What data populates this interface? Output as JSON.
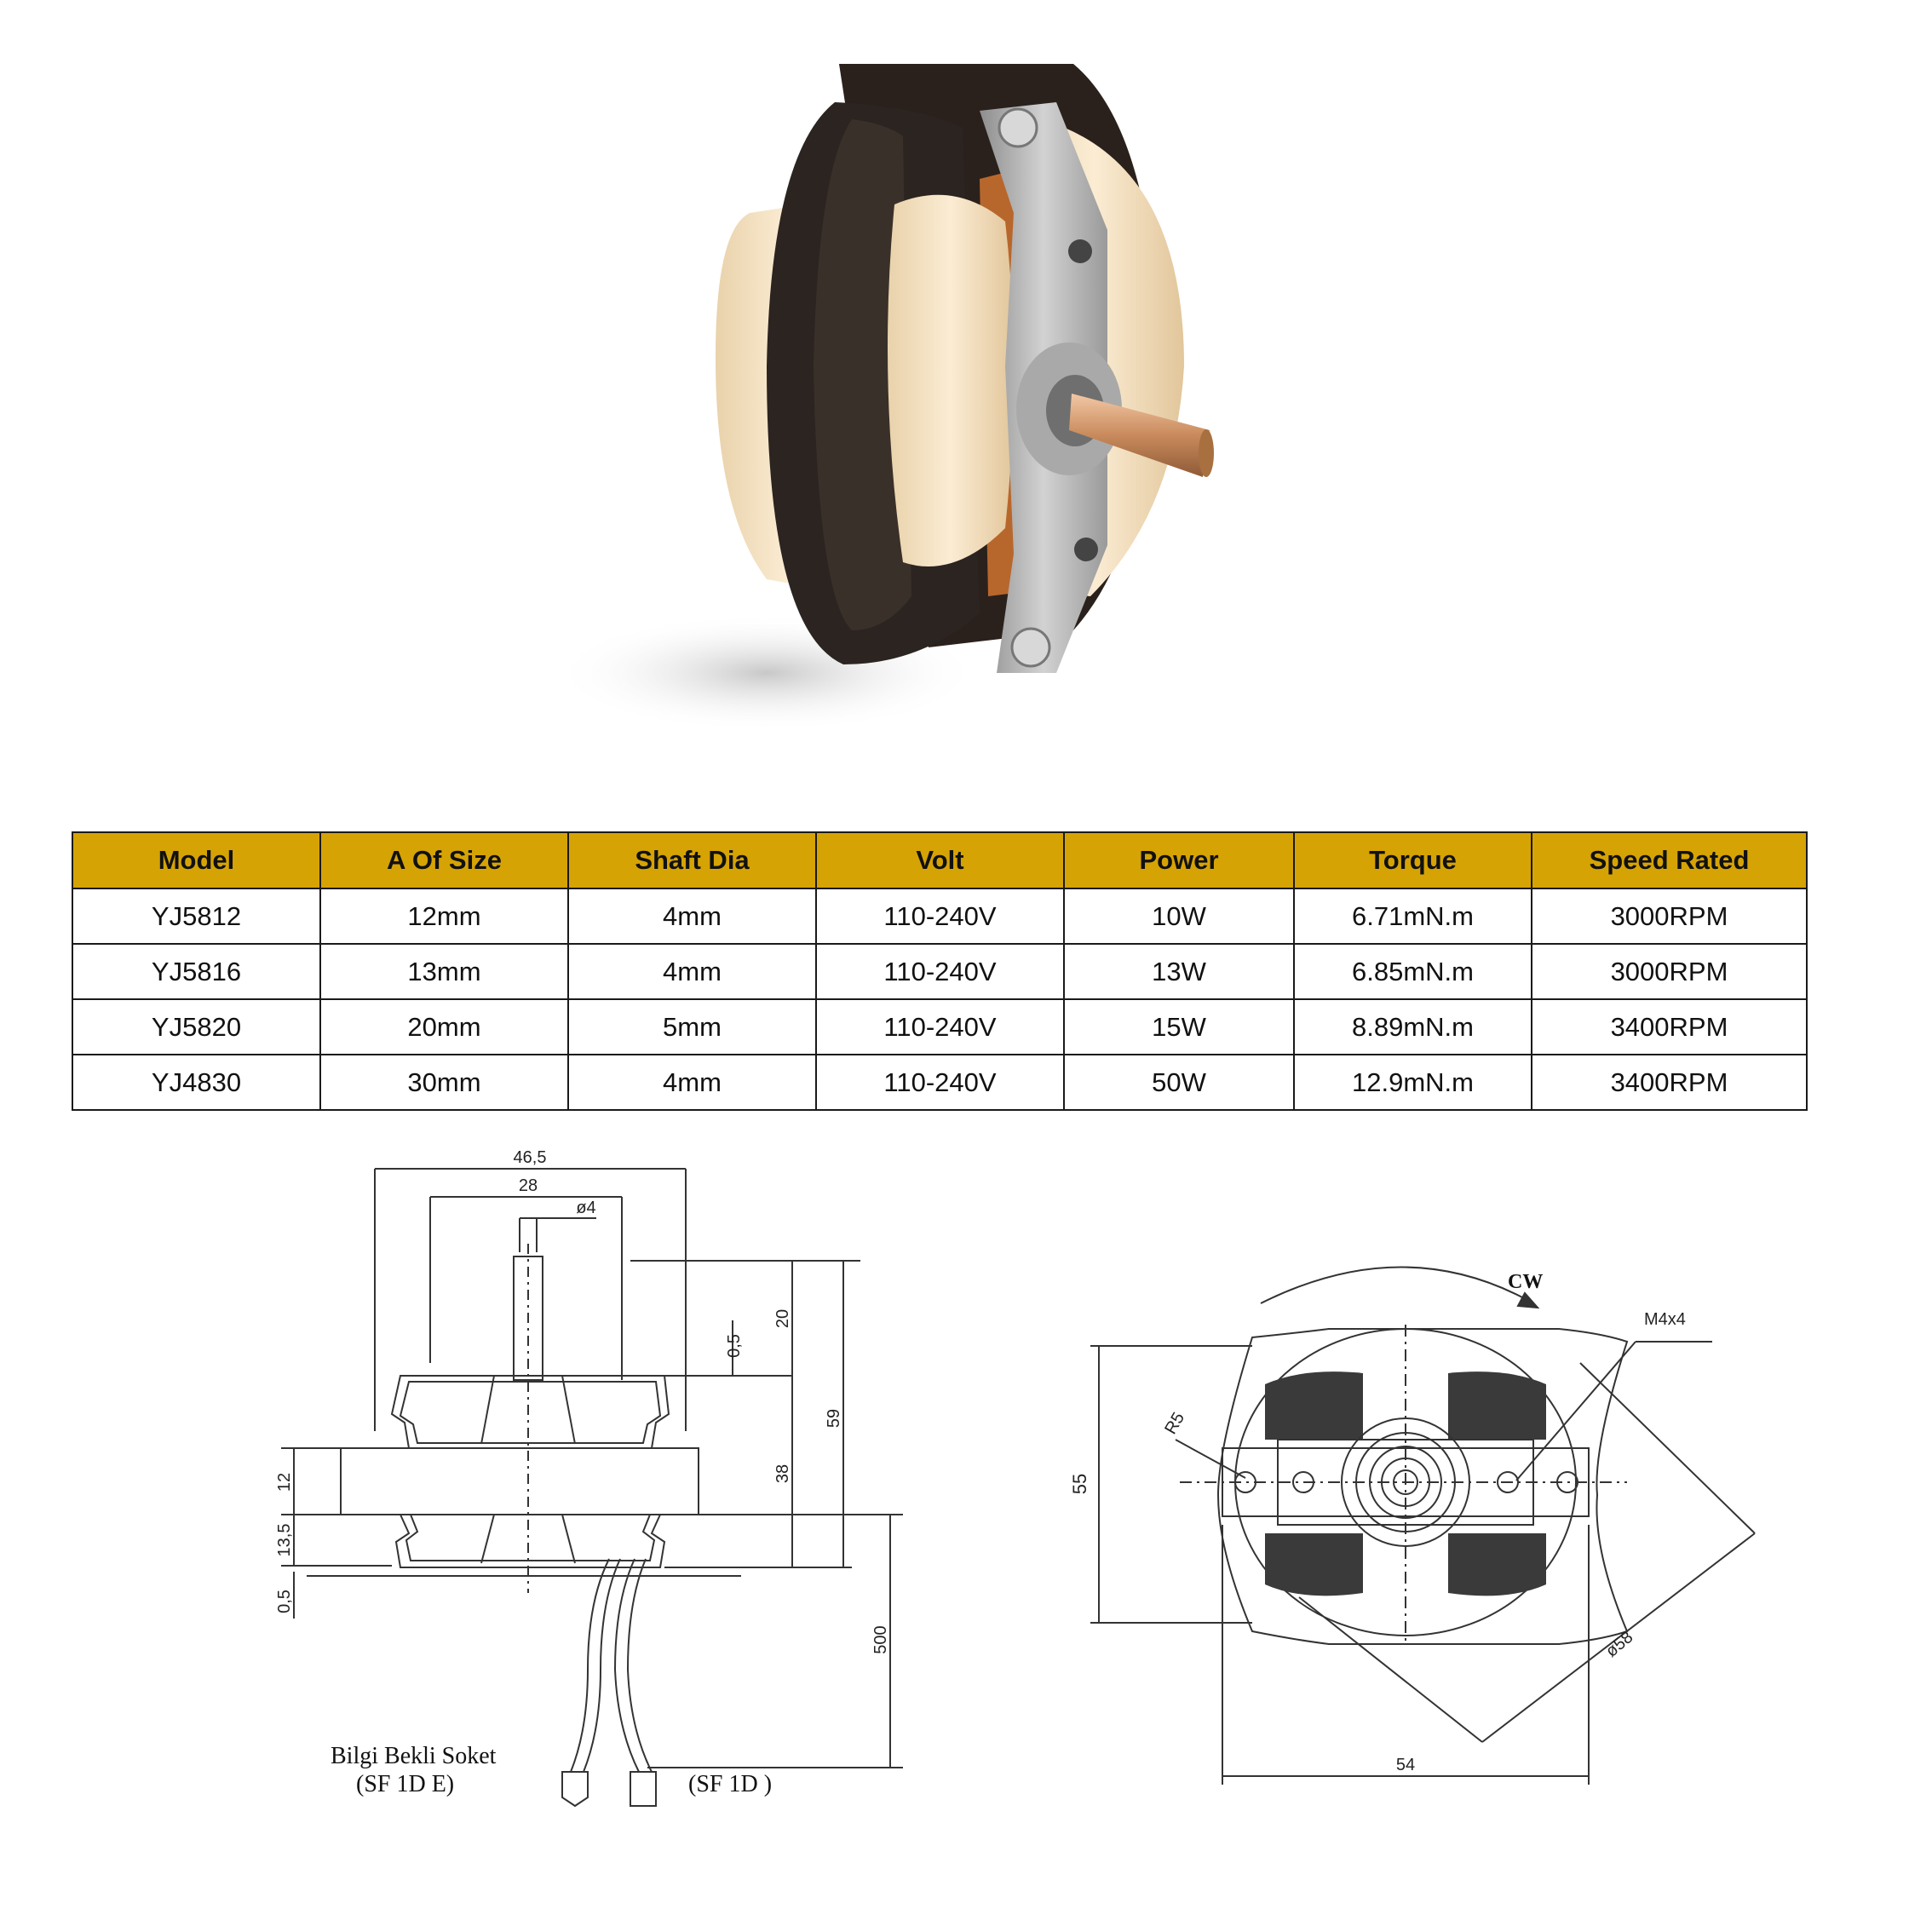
{
  "colors": {
    "header_bg": "#d6a305",
    "border": "#1a1a1a",
    "core": "#2a211c",
    "bobbin": "#f1dcb8",
    "bracket": "#b8b8b8",
    "shaft": "#d9a47c",
    "line": "#333333"
  },
  "photo": {
    "alt": "shaded pole motor"
  },
  "table": {
    "headers": [
      "Model",
      "A Of Size",
      "Shaft Dia",
      "Volt",
      "Power",
      "Torque",
      "Speed Rated"
    ],
    "rows": [
      [
        "YJ5812",
        "12mm",
        "4mm",
        "110-240V",
        "10W",
        "6.71mN.m",
        "3000RPM"
      ],
      [
        "YJ5816",
        "13mm",
        "4mm",
        "110-240V",
        "13W",
        "6.85mN.m",
        "3000RPM"
      ],
      [
        "YJ5820",
        "20mm",
        "5mm",
        "110-240V",
        "15W",
        "8.89mN.m",
        "3400RPM"
      ],
      [
        "YJ4830",
        "30mm",
        "4mm",
        "110-240V",
        "50W",
        "12.9mN.m",
        "3400RPM"
      ]
    ]
  },
  "side_view": {
    "dim_width": "46,5",
    "dim_inner": "28",
    "dim_shaft": "ø4",
    "dim_gap_top": "0,5",
    "dim_shaft_len": "20",
    "dim_total_height": "59",
    "dim_body_height": "38",
    "dim_stack": "12",
    "dim_lower": "13,5",
    "dim_gap_bottom": "0,5",
    "dim_wire": "500",
    "socket_label_1": "Bilgi Bekli Soket",
    "socket_label_2": "(SF 1D E)",
    "socket_label_3": "(SF 1D )"
  },
  "front_view": {
    "rotation": "CW",
    "screw": "M4x4",
    "radius": "R5",
    "dim_height": "55",
    "dim_diag": "ø58",
    "dim_width": "54"
  }
}
